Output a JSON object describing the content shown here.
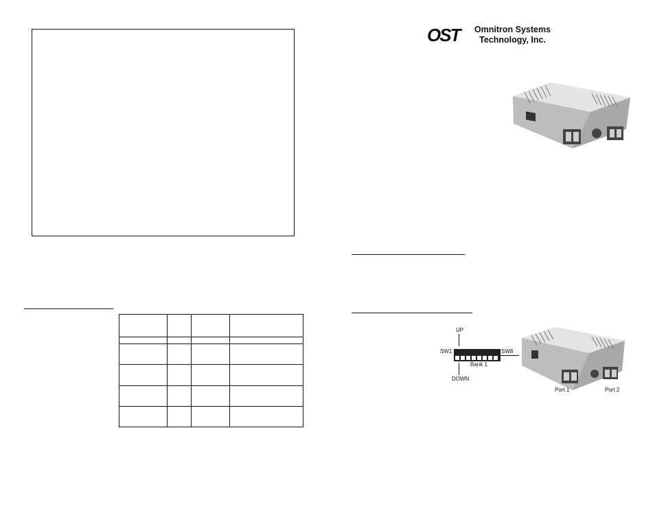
{
  "logo": {
    "mark": "OST",
    "line1": "Omnitron Systems",
    "line2": "Technology, Inc."
  },
  "diagram": {
    "up": "UP",
    "down": "DOWN",
    "sw1": "SW1",
    "sw8": "SW8",
    "bank": "Bank 1",
    "port1": "Port 1",
    "port2": "Port 2"
  }
}
